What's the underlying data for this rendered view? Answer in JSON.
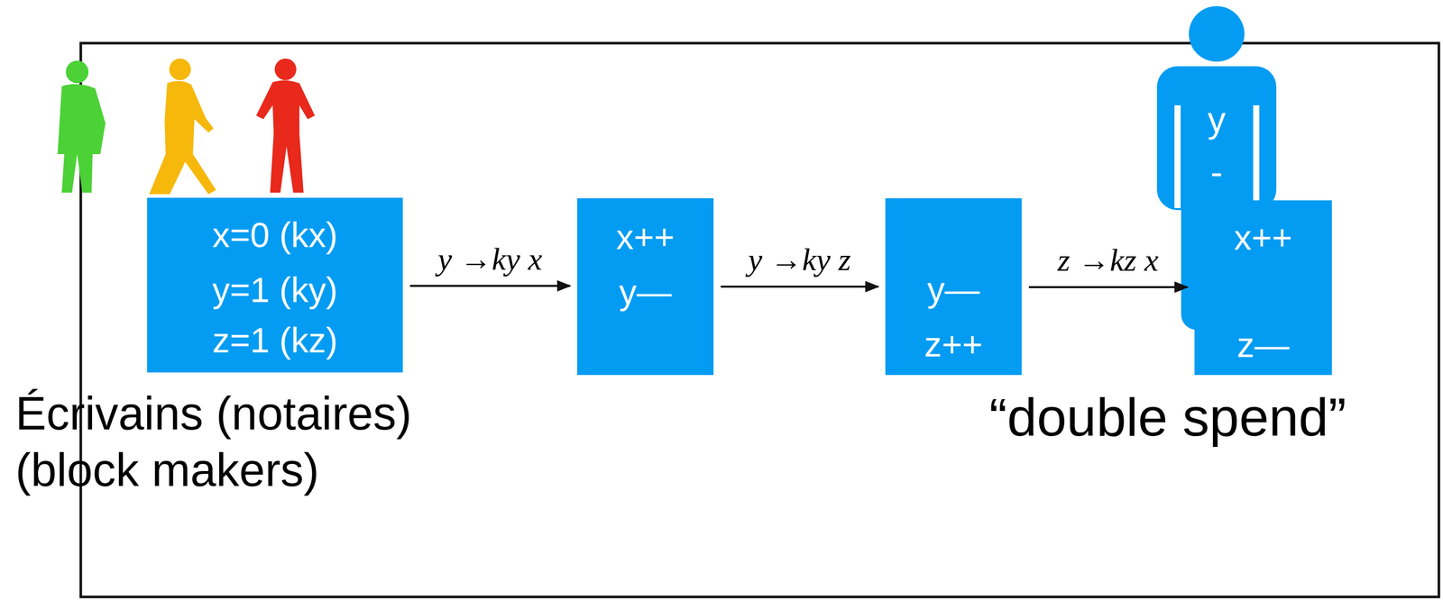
{
  "diagram": {
    "nodes": [
      {
        "text": [
          "x=0 (kx)",
          "y=1 (ky)",
          "z=1 (kz)"
        ]
      },
      {
        "text": [
          "x++",
          "y—"
        ]
      },
      {
        "text": [
          "y—",
          "z++"
        ]
      },
      {
        "text": [
          "x++",
          "z—"
        ]
      }
    ],
    "edges": [
      {
        "from": 0,
        "to": 1,
        "arrow": "to",
        "label": "y →ky x"
      },
      {
        "from": 1,
        "to": 2,
        "arrow": "to",
        "label": "y →ky z"
      },
      {
        "from": 2,
        "to": 3,
        "arrow": "to",
        "label": "z →kz x"
      }
    ],
    "labels": [
      "Écrivains (notaires)",
      "(block makers)",
      "y",
      "-",
      "“double spend”"
    ]
  }
}
